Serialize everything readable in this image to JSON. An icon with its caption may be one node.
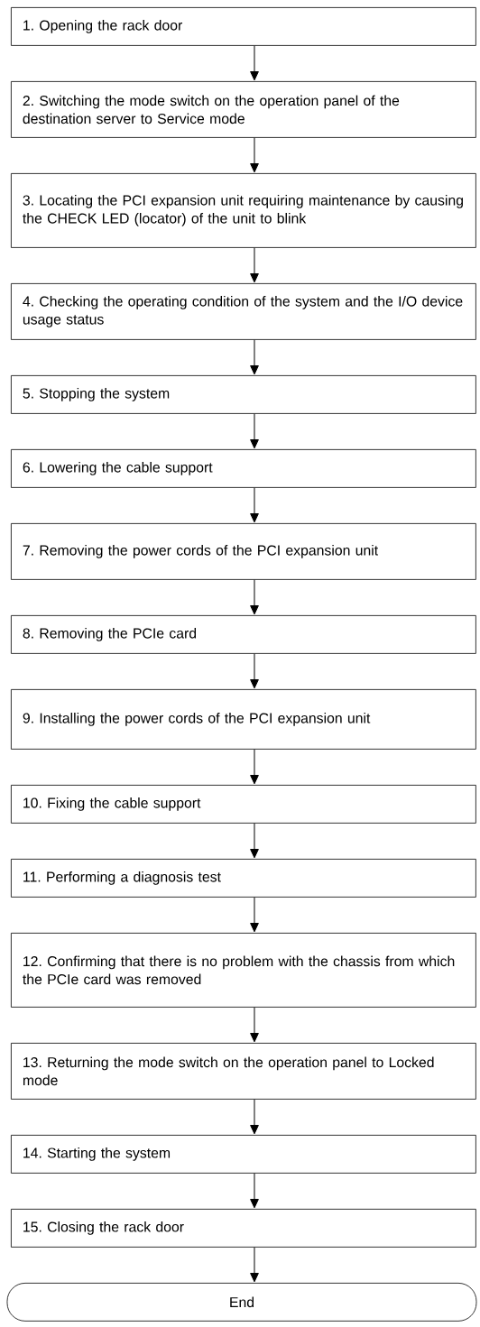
{
  "diagram": {
    "nodes": [
      {
        "text": [
          "1. Opening the rack door"
        ]
      },
      {
        "text": [
          "2. Switching the mode switch on the operation panel of the destination server to Service mode"
        ]
      },
      {
        "text": [
          "3. Locating the PCI expansion unit requiring maintenance by causing the CHECK LED (locator) of the unit to blink"
        ]
      },
      {
        "text": [
          "4. Checking the operating condition of the system and the I/O device usage status"
        ]
      },
      {
        "text": [
          "5. Stopping the system"
        ]
      },
      {
        "text": [
          "6. Lowering the cable support"
        ]
      },
      {
        "text": [
          "7. Removing the power cords of the PCI expansion unit"
        ]
      },
      {
        "text": [
          "8. Removing the PCIe card"
        ]
      },
      {
        "text": [
          "9. Installing the power cords of the PCI expansion unit"
        ]
      },
      {
        "text": [
          "10. Fixing the cable support"
        ]
      },
      {
        "text": [
          "11. Performing a diagnosis test"
        ]
      },
      {
        "text": [
          "12. Confirming that there is no problem with the chassis from which the PCIe card was removed"
        ]
      },
      {
        "text": [
          "13. Returning the mode switch on the operation panel to Locked mode"
        ]
      },
      {
        "text": [
          "14. Starting the system"
        ]
      },
      {
        "text": [
          "15. Closing the rack door"
        ]
      },
      {
        "text": [
          "End"
        ]
      }
    ],
    "edges": [
      {
        "from": 0,
        "to": 1,
        "arrow": "to"
      },
      {
        "from": 1,
        "to": 2,
        "arrow": "to"
      },
      {
        "from": 2,
        "to": 3,
        "arrow": "to"
      },
      {
        "from": 3,
        "to": 4,
        "arrow": "to"
      },
      {
        "from": 4,
        "to": 5,
        "arrow": "to"
      },
      {
        "from": 5,
        "to": 6,
        "arrow": "to"
      },
      {
        "from": 6,
        "to": 7,
        "arrow": "to"
      },
      {
        "from": 7,
        "to": 8,
        "arrow": "to"
      },
      {
        "from": 8,
        "to": 9,
        "arrow": "to"
      },
      {
        "from": 9,
        "to": 10,
        "arrow": "to"
      },
      {
        "from": 10,
        "to": 11,
        "arrow": "to"
      },
      {
        "from": 11,
        "to": 12,
        "arrow": "to"
      },
      {
        "from": 12,
        "to": 13,
        "arrow": "to"
      },
      {
        "from": 13,
        "to": 14,
        "arrow": "to"
      },
      {
        "from": 14,
        "to": 15,
        "arrow": "to"
      }
    ]
  }
}
